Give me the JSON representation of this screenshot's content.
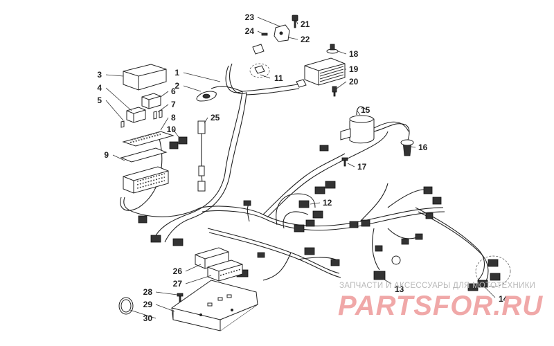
{
  "callouts": {
    "c1": "1",
    "c2": "2",
    "c3": "3",
    "c4": "4",
    "c5": "5",
    "c6": "6",
    "c7": "7",
    "c8": "8",
    "c9": "9",
    "c10": "10",
    "c11": "11",
    "c12": "12",
    "c13": "13",
    "c14": "14",
    "c15": "15",
    "c16": "16",
    "c17": "17",
    "c18": "18",
    "c19": "19",
    "c20": "20",
    "c21": "21",
    "c22": "22",
    "c23": "23",
    "c24": "24",
    "c25": "25",
    "c26": "26",
    "c27": "27",
    "c28": "28",
    "c29": "29",
    "c30": "30"
  },
  "watermark": {
    "caption": "ЗАПЧАСТИ И АКСЕССУАРЫ ДЛЯ МОТОТЕХНИКИ",
    "logo": "PARTSFOR.RU"
  }
}
